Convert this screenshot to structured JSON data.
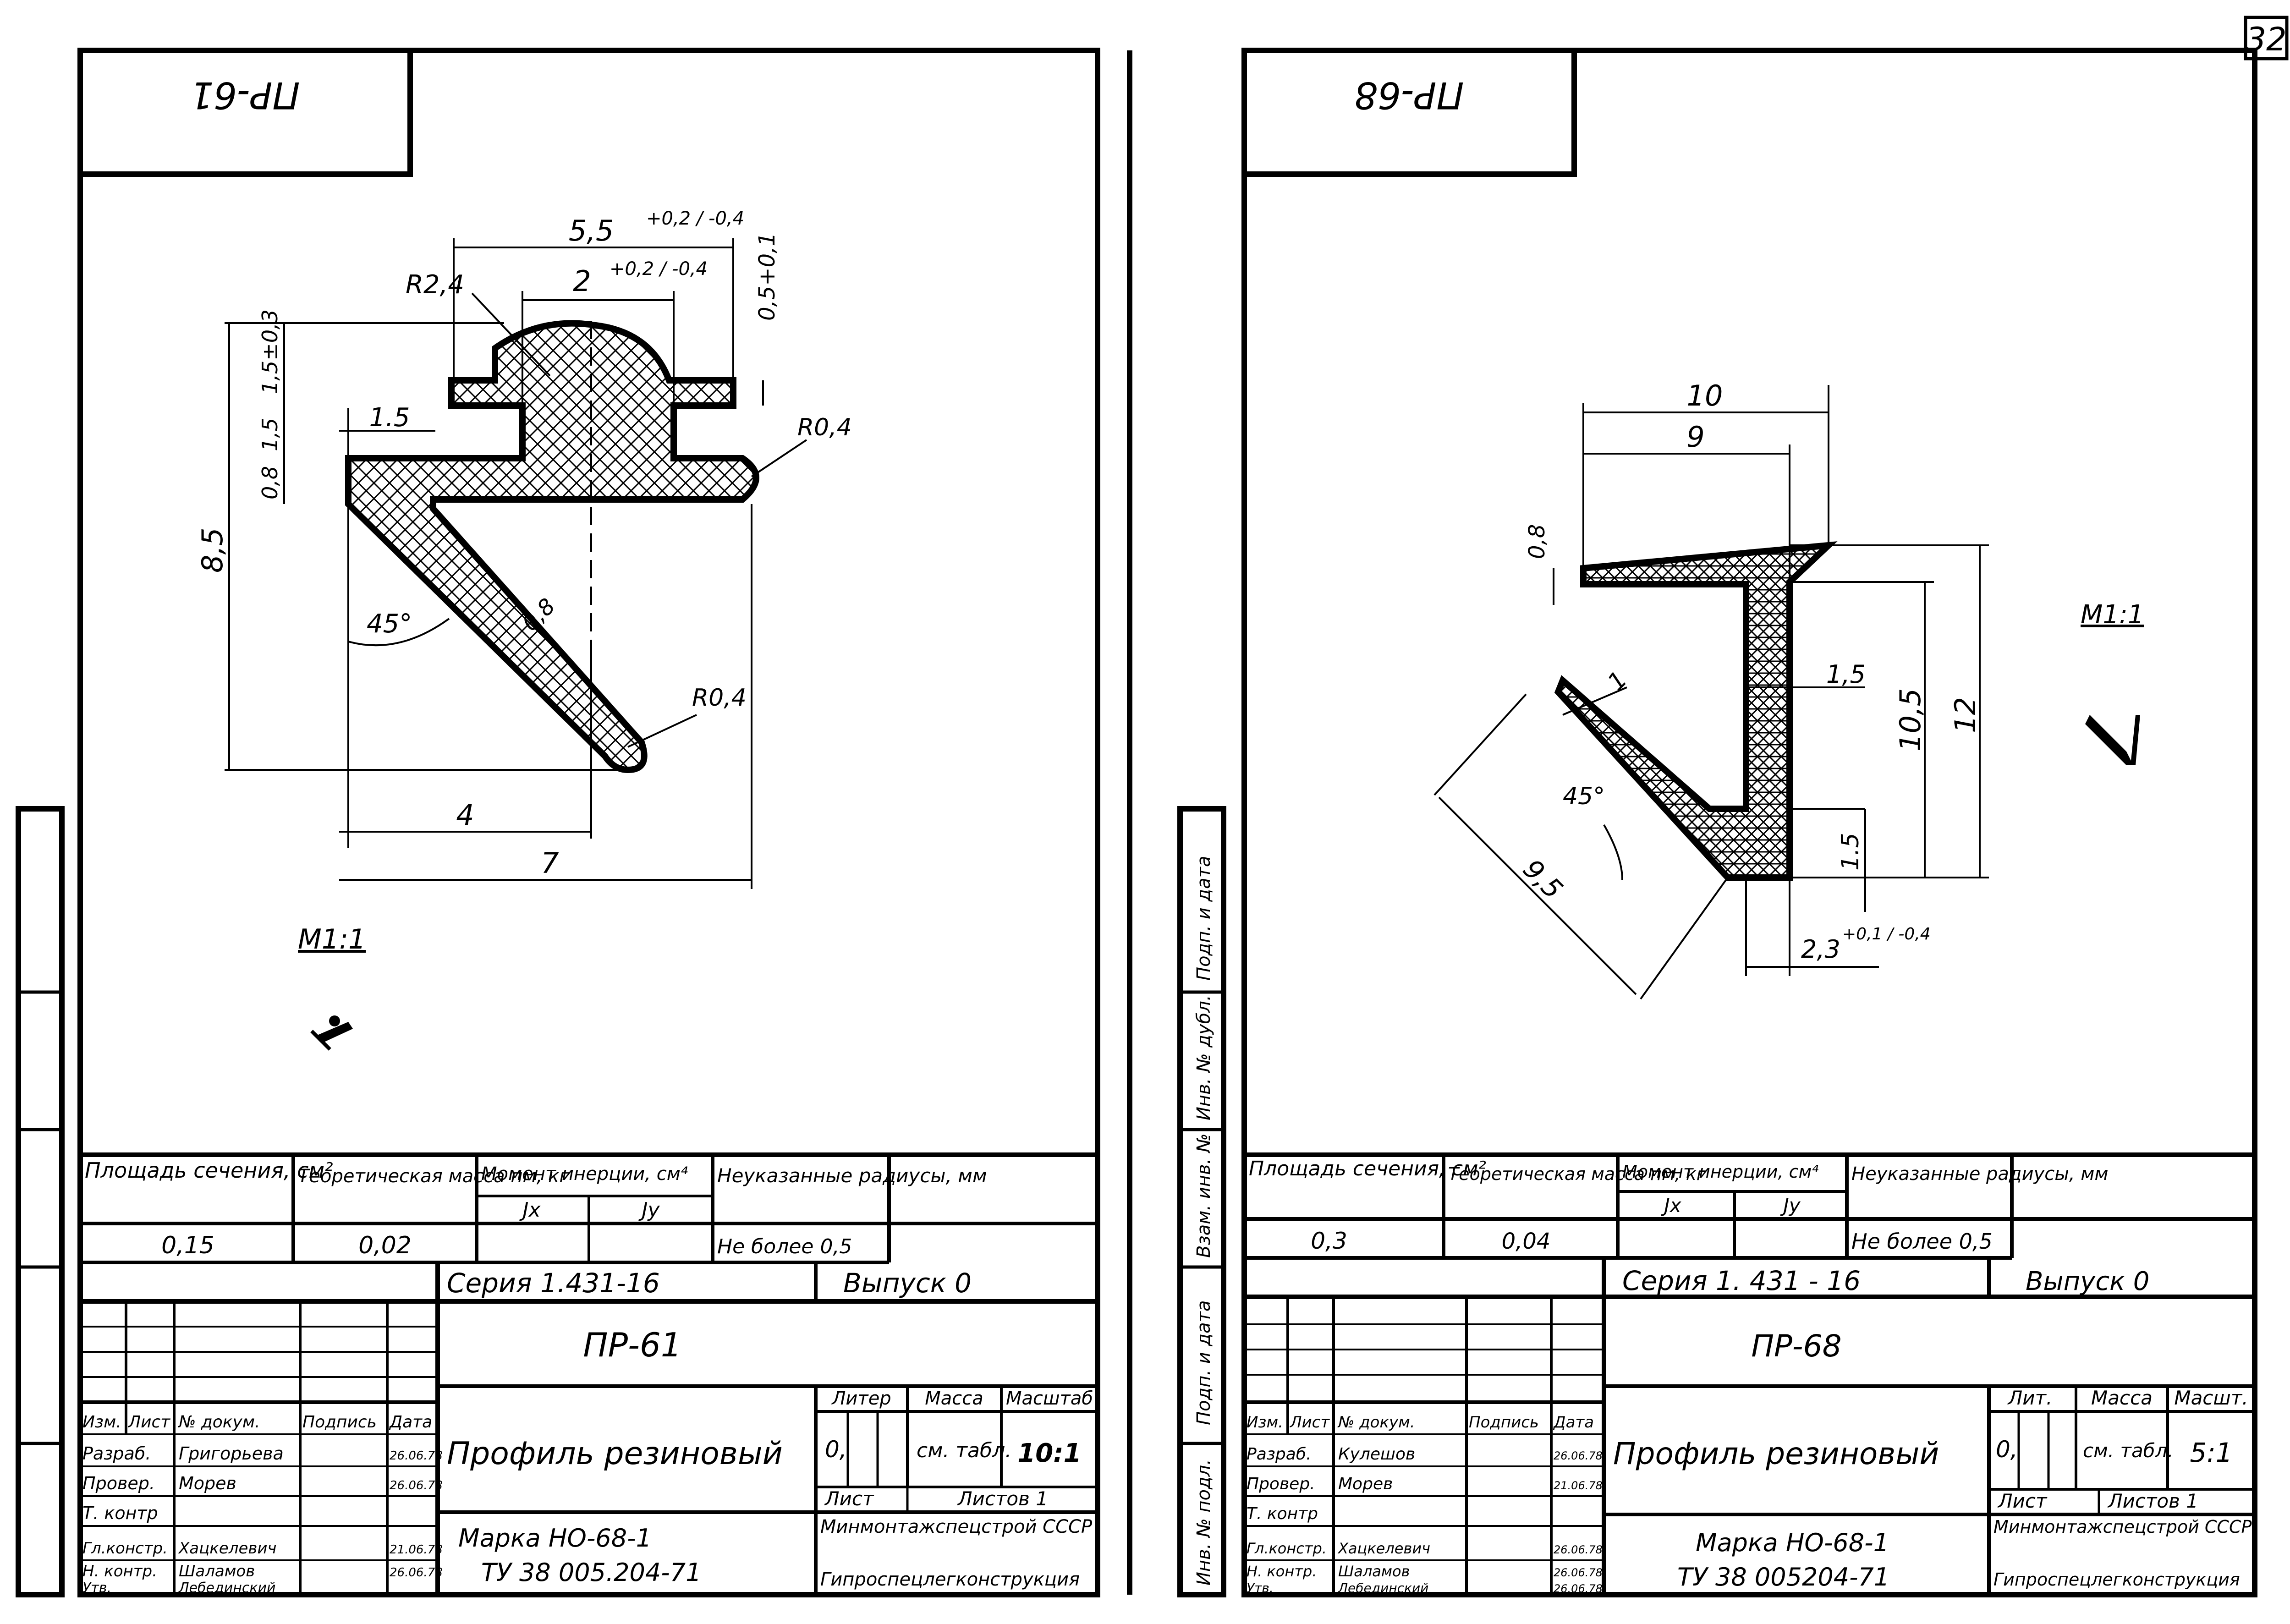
{
  "page_number": "32",
  "left_sheet": {
    "stamp_top": "ПР-61",
    "scale_label": "М1:1",
    "dims": {
      "top_width": "5,5",
      "top_width_tol": "+0,2 / -0,4",
      "inner_width": "2",
      "inner_width_tol": "+0,2 / -0,4",
      "radius_top": "R2,4",
      "height_right": "0,5+0,1",
      "radius_right": "R0,4",
      "h15_tol": "1,5±0,3",
      "h1": "1,5",
      "h08": "0,8",
      "overall_height": "8,5",
      "width_15": "1.5",
      "angle": "45°",
      "thickness": "0,8",
      "radius_end": "R0,4",
      "w4": "4",
      "w7": "7"
    },
    "props": {
      "area_header": "Площадь сечения, см²",
      "mass_header": "Теоретическая масса пм, кг",
      "inertia_header": "Момент инерции, см⁴",
      "jx": "Jx",
      "jy": "Jy",
      "radii_header": "Неуказанные радиусы, мм",
      "area_value": "0,15",
      "mass_value": "0,02",
      "radii_value": "Не более 0,5"
    },
    "title_block": {
      "series": "Серия 1.431-16",
      "issue": "Выпуск 0",
      "code": "ПР-61",
      "name": "Профиль резиновый",
      "liter_hdr": "Литер",
      "mass_hdr": "Масса",
      "scale_hdr": "Масштаб",
      "liter_val": "0,",
      "mass_val": "см. табл.",
      "scale_val": "10:1",
      "sheet_hdr": "Лист",
      "sheets_hdr": "Листов 1",
      "org": "Минмонтажспецстрой СССР",
      "org2": "Гипроспецлегконструкция",
      "material": "Марка НО-68-1",
      "tu": "ТУ 38 005.204-71",
      "rows": [
        {
          "role": "Изм.",
          "name": "Лист",
          "doc": "№ докум.",
          "sign": "Подпись",
          "date": "Дата"
        },
        {
          "role": "Разраб.",
          "name": "Григорьева",
          "doc": "",
          "sign": "",
          "date": "26.06.78"
        },
        {
          "role": "Провер.",
          "name": "Морев",
          "doc": "",
          "sign": "",
          "date": "26.06.78"
        },
        {
          "role": "Т. контр",
          "name": "",
          "doc": "",
          "sign": "",
          "date": ""
        },
        {
          "role": "Гл.констр.",
          "name": "Хацкелевич",
          "doc": "",
          "sign": "",
          "date": "21.06.78"
        },
        {
          "role": "Н. контр.",
          "name": "Шаламов",
          "doc": "",
          "sign": "",
          "date": "26.06.78"
        },
        {
          "role": "Утв.",
          "name": "Лебединский",
          "doc": "",
          "sign": "",
          "date": ""
        }
      ]
    }
  },
  "right_sheet": {
    "stamp_top": "ПР-68",
    "scale_label": "М1:1",
    "dims": {
      "w10": "10",
      "w9": "9",
      "t08": "0,8",
      "t1": "1",
      "t15": "1,5",
      "h105": "10,5",
      "h12": "12",
      "angle": "45°",
      "l95": "9,5",
      "b15": "1.5",
      "w23": "2,3",
      "w23_tol": "+0,1 / -0,4"
    },
    "props": {
      "area_header": "Площадь сечения, см²",
      "mass_header": "Теоретическая масса пм, кг",
      "inertia_header": "Момент инерции, см⁴",
      "jx": "Jx",
      "jy": "Jy",
      "radii_header": "Неуказанные радиусы, мм",
      "area_value": "0,3",
      "mass_value": "0,04",
      "radii_value": "Не более 0,5"
    },
    "title_block": {
      "series": "Серия 1. 431 - 16",
      "issue": "Выпуск 0",
      "code": "ПР-68",
      "name": "Профиль резиновый",
      "liter_hdr": "Лит.",
      "mass_hdr": "Масса",
      "scale_hdr": "Масшт.",
      "liter_val": "0,",
      "mass_val": "см. табл.",
      "scale_val": "5:1",
      "sheet_hdr": "Лист",
      "sheets_hdr": "Листов 1",
      "org": "Минмонтажспецстрой СССР",
      "org2": "Гипроспецлегконструкция",
      "material": "Марка НО-68-1",
      "tu": "ТУ 38 005204-71",
      "rows": [
        {
          "role": "Изм.",
          "name": "Лист",
          "doc": "№ докум.",
          "sign": "Подпись",
          "date": "Дата"
        },
        {
          "role": "Разраб.",
          "name": "Кулешов",
          "doc": "",
          "sign": "",
          "date": "26.06.78"
        },
        {
          "role": "Провер.",
          "name": "Морев",
          "doc": "",
          "sign": "",
          "date": "21.06.78"
        },
        {
          "role": "Т. контр",
          "name": "",
          "doc": "",
          "sign": "",
          "date": ""
        },
        {
          "role": "Гл.констр.",
          "name": "Хацкелевич",
          "doc": "",
          "sign": "",
          "date": "26.06.78"
        },
        {
          "role": "Н. контр.",
          "name": "Шаламов",
          "doc": "",
          "sign": "",
          "date": "26.06.78"
        },
        {
          "role": "Утв.",
          "name": "Лебединский",
          "doc": "",
          "sign": "",
          "date": "26.06.78"
        }
      ]
    }
  },
  "side_stamp": {
    "inv_podl": "Инв. № подл.",
    "podp_data": "Подп. и дата",
    "vzam_inv": "Взам. инв. №",
    "inv_dubl": "Инв. № дубл.",
    "podp_data2": "Подп. и дата"
  }
}
